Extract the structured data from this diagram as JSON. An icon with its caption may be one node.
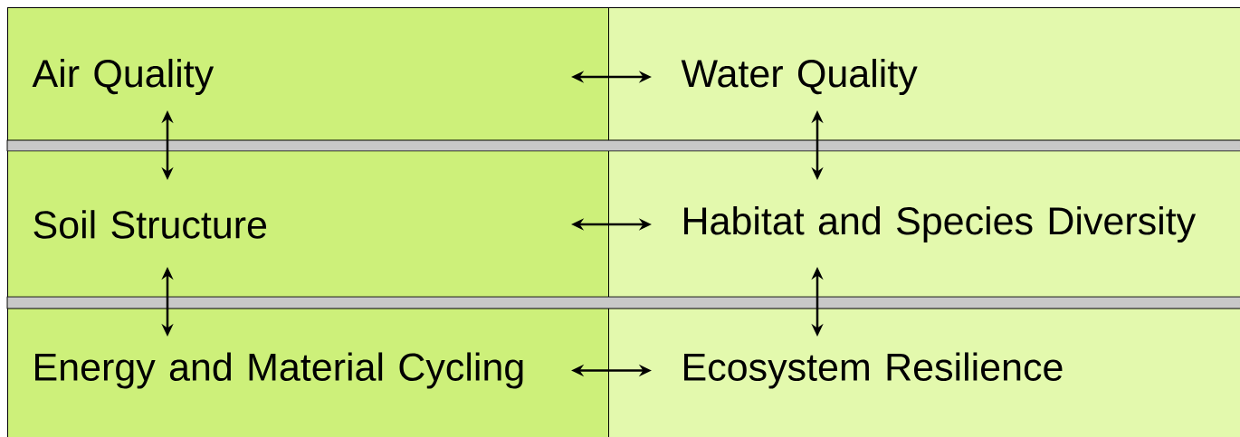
{
  "diagram": {
    "nodes": [
      {
        "text": [
          "Air Quality"
        ]
      },
      {
        "text": [
          "Water Quality"
        ]
      },
      {
        "text": [
          "Soil Structure"
        ]
      },
      {
        "text": [
          "Habitat and Species Diversity"
        ]
      },
      {
        "text": [
          "Energy and Material Cycling"
        ]
      },
      {
        "text": [
          "Ecosystem Resilience"
        ]
      }
    ],
    "edges": [
      {
        "from": 0,
        "to": 1,
        "arrow": "both"
      },
      {
        "from": 0,
        "to": 2,
        "arrow": "both"
      },
      {
        "from": 1,
        "to": 3,
        "arrow": "both"
      },
      {
        "from": 2,
        "to": 3,
        "arrow": "both"
      },
      {
        "from": 2,
        "to": 4,
        "arrow": "both"
      },
      {
        "from": 3,
        "to": 5,
        "arrow": "both"
      },
      {
        "from": 4,
        "to": 5,
        "arrow": "both"
      }
    ]
  }
}
